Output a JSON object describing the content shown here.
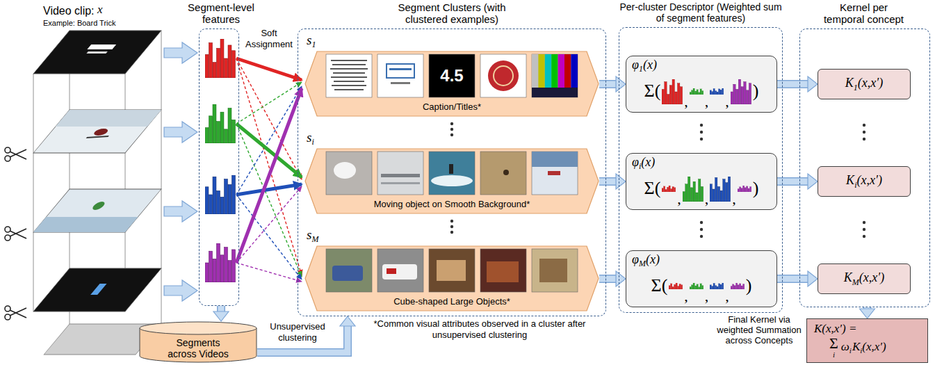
{
  "diagram": {
    "nodes": [
      {
        "text": [
          "Segment-level features"
        ]
      },
      {
        "text": [
          "Segments across Videos"
        ]
      },
      {
        "text": [
          "Segment Clusters (with clustered examples)"
        ]
      },
      {
        "text": [
          "s",
          "1",
          "Caption/Titles*"
        ],
        "in": 2
      },
      {
        "text": [
          "s",
          "i",
          "Moving object on Smooth Background*"
        ],
        "in": 2
      },
      {
        "text": [
          "s",
          "M",
          "Cube-shaped Large Objects*"
        ],
        "in": 2
      },
      {
        "text": [
          "Per-cluster Descriptor (Weighted sum of segment features)"
        ]
      },
      {
        "text": [
          "φ",
          "1",
          "(x)",
          "Σ(",
          ",",
          ",",
          ",",
          ")"
        ],
        "in": 6
      },
      {
        "text": [
          "φ",
          "i",
          "(x)",
          "Σ(",
          ",",
          ",",
          ",",
          ")"
        ],
        "in": 6
      },
      {
        "text": [
          "φ",
          "M",
          "(x)",
          "Σ(",
          ",",
          ",",
          ",",
          ")"
        ],
        "in": 6
      },
      {
        "text": [
          "Kernel per temporal concept"
        ]
      },
      {
        "text": [
          "K",
          "1",
          "(x,x′)"
        ],
        "in": 10
      },
      {
        "text": [
          "K",
          "i",
          "(x,x′)"
        ],
        "in": 10
      },
      {
        "text": [
          "K",
          "M",
          "(x,x′)"
        ],
        "in": 10
      },
      {
        "text": [
          "K(x,x′) =",
          "Σ",
          "i",
          "ω",
          "i",
          "K",
          "i",
          "(x,x′)"
        ]
      }
    ],
    "edges": [
      {
        "from": 0,
        "to": 1,
        "arrow": "to"
      },
      {
        "from": 1,
        "to": 2,
        "label": "Unsupervised clustering",
        "arrow": "to"
      },
      {
        "from": 3,
        "to": 7,
        "arrow": "to"
      },
      {
        "from": 4,
        "to": 8,
        "arrow": "to"
      },
      {
        "from": 5,
        "to": 9,
        "arrow": "to"
      },
      {
        "from": 7,
        "to": 11,
        "arrow": "to"
      },
      {
        "from": 8,
        "to": 12,
        "arrow": "to"
      },
      {
        "from": 9,
        "to": 13,
        "arrow": "to"
      },
      {
        "from": 10,
        "to": 14,
        "arrow": "to"
      }
    ],
    "labels": [
      "Video clip:",
      "x",
      "Example: Board Trick",
      "Soft Assignment",
      "4.5",
      "*Common visual attributes observed in a cluster after unsupervised clustering",
      "Final Kernel via weighted Summation across Concepts"
    ]
  }
}
